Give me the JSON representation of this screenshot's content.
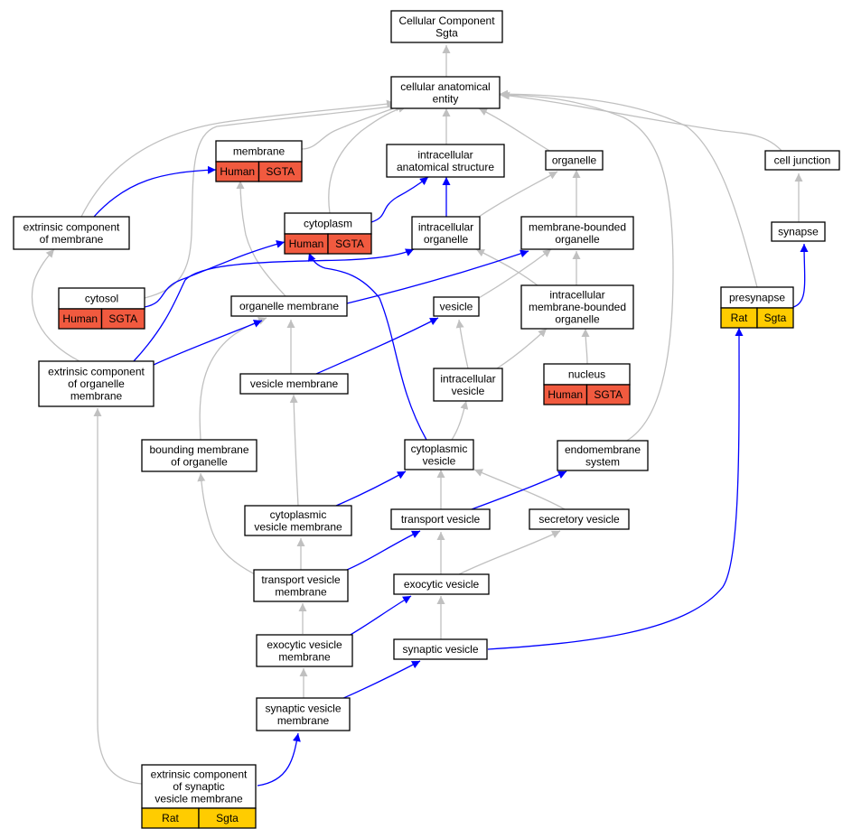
{
  "colors": {
    "human": "#f15a3f",
    "rat": "#ffcc00",
    "is_a_edge": "#c0c0c0",
    "part_of_edge": "#0000ff"
  },
  "nodes": {
    "root": {
      "lines": [
        "Cellular Component",
        "Sgta"
      ]
    },
    "cae": {
      "lines": [
        "cellular anatomical",
        "entity"
      ]
    },
    "membrane": {
      "lines": [
        "membrane"
      ],
      "species": [
        "Human",
        "SGTA"
      ]
    },
    "ias": {
      "lines": [
        "intracellular",
        "anatomical structure"
      ]
    },
    "organelle": {
      "lines": [
        "organelle"
      ]
    },
    "celljunction": {
      "lines": [
        "cell junction"
      ]
    },
    "ecm": {
      "lines": [
        "extrinsic component",
        "of membrane"
      ]
    },
    "cytoplasm": {
      "lines": [
        "cytoplasm"
      ],
      "species": [
        "Human",
        "SGTA"
      ]
    },
    "intraorg": {
      "lines": [
        "intracellular",
        "organelle"
      ]
    },
    "mbo": {
      "lines": [
        "membrane-bounded",
        "organelle"
      ]
    },
    "synapse": {
      "lines": [
        "synapse"
      ]
    },
    "cytosol": {
      "lines": [
        "cytosol"
      ],
      "species": [
        "Human",
        "SGTA"
      ]
    },
    "orgmem": {
      "lines": [
        "organelle membrane"
      ]
    },
    "vesicle": {
      "lines": [
        "vesicle"
      ]
    },
    "imbo": {
      "lines": [
        "intracellular",
        "membrane-bounded",
        "organelle"
      ]
    },
    "presynapse": {
      "lines": [
        "presynapse"
      ],
      "species": [
        "Rat",
        "Sgta"
      ]
    },
    "ecom": {
      "lines": [
        "extrinsic component",
        "of organelle",
        "membrane"
      ]
    },
    "vesmem": {
      "lines": [
        "vesicle membrane"
      ]
    },
    "iv": {
      "lines": [
        "intracellular",
        "vesicle"
      ]
    },
    "nucleus": {
      "lines": [
        "nucleus"
      ],
      "species": [
        "Human",
        "SGTA"
      ]
    },
    "bmo": {
      "lines": [
        "bounding membrane",
        "of organelle"
      ]
    },
    "cv": {
      "lines": [
        "cytoplasmic",
        "vesicle"
      ]
    },
    "ems": {
      "lines": [
        "endomembrane",
        "system"
      ]
    },
    "cvm": {
      "lines": [
        "cytoplasmic",
        "vesicle membrane"
      ]
    },
    "tv": {
      "lines": [
        "transport vesicle"
      ]
    },
    "sv": {
      "lines": [
        "secretory vesicle"
      ]
    },
    "tvm": {
      "lines": [
        "transport vesicle",
        "membrane"
      ]
    },
    "ev": {
      "lines": [
        "exocytic vesicle"
      ]
    },
    "evm": {
      "lines": [
        "exocytic vesicle",
        "membrane"
      ]
    },
    "synv": {
      "lines": [
        "synaptic vesicle"
      ]
    },
    "svm": {
      "lines": [
        "synaptic vesicle",
        "membrane"
      ]
    },
    "ecsvm": {
      "lines": [
        "extrinsic component",
        "of synaptic",
        "vesicle membrane"
      ],
      "species": [
        "Rat",
        "Sgta"
      ]
    }
  }
}
